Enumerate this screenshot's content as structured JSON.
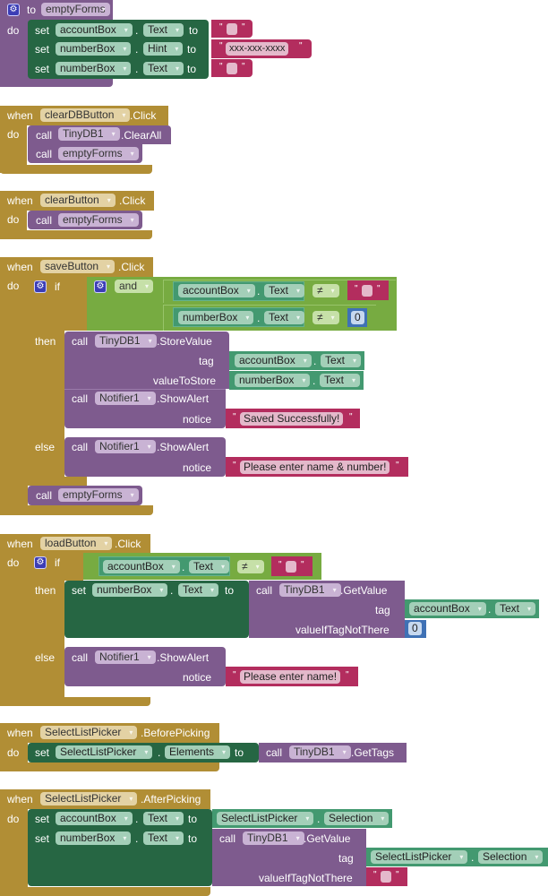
{
  "blocks": {
    "emptyForms": {
      "to": "to",
      "name": "emptyForms",
      "do": "do",
      "rows": [
        {
          "set": "set",
          "component": "accountBox",
          "property": "Text",
          "to": "to",
          "value": ""
        },
        {
          "set": "set",
          "component": "numberBox",
          "property": "Hint",
          "to": "to",
          "value": "xxx-xxx-xxxx"
        },
        {
          "set": "set",
          "component": "numberBox",
          "property": "Text",
          "to": "to",
          "value": ""
        }
      ]
    },
    "clearDB": {
      "when": "when",
      "component": "clearDBButton",
      "event": ".Click",
      "do": "do",
      "call1": "call",
      "call1_component": "TinyDB1",
      "call1_method": ".ClearAll",
      "call2": "call",
      "call2_proc": "emptyForms"
    },
    "clear": {
      "when": "when",
      "component": "clearButton",
      "event": ".Click",
      "do": "do",
      "call": "call",
      "proc": "emptyForms"
    },
    "save": {
      "when": "when",
      "component": "saveButton",
      "event": ".Click",
      "do": "do",
      "if": "if",
      "and": "and",
      "then": "then",
      "else": "else",
      "cond1": {
        "component": "accountBox",
        "property": "Text",
        "op": "≠",
        "value": ""
      },
      "cond2": {
        "component": "numberBox",
        "property": "Text",
        "op": "≠",
        "value": "0"
      },
      "store": {
        "call": "call",
        "component": "TinyDB1",
        "method": ".StoreValue",
        "tag": "tag",
        "valueToStore": "valueToStore",
        "tag_component": "accountBox",
        "tag_property": "Text",
        "val_component": "numberBox",
        "val_property": "Text"
      },
      "alert1": {
        "call": "call",
        "component": "Notifier1",
        "method": ".ShowAlert",
        "notice": "notice",
        "value": "Saved Successfully!"
      },
      "alert2": {
        "call": "call",
        "component": "Notifier1",
        "method": ".ShowAlert",
        "notice": "notice",
        "value": "Please enter name & number!"
      },
      "final": {
        "call": "call",
        "proc": "emptyForms"
      }
    },
    "load": {
      "when": "when",
      "component": "loadButton",
      "event": ".Click",
      "do": "do",
      "if": "if",
      "then": "then",
      "else": "else",
      "cond": {
        "component": "accountBox",
        "property": "Text",
        "op": "≠",
        "value": ""
      },
      "set": {
        "set": "set",
        "component": "numberBox",
        "property": "Text",
        "to": "to"
      },
      "get": {
        "call": "call",
        "component": "TinyDB1",
        "method": ".GetValue",
        "tag": "tag",
        "valueIfTagNotThere": "valueIfTagNotThere",
        "tag_component": "accountBox",
        "tag_property": "Text",
        "default": "0"
      },
      "alert": {
        "call": "call",
        "component": "Notifier1",
        "method": ".ShowAlert",
        "notice": "notice",
        "value": "Please enter name!"
      }
    },
    "before": {
      "when": "when",
      "component": "SelectListPicker",
      "event": ".BeforePicking",
      "do": "do",
      "set": "set",
      "set_component": "SelectListPicker",
      "set_property": "Elements",
      "to": "to",
      "call": "call",
      "call_component": "TinyDB1",
      "call_method": ".GetTags"
    },
    "after": {
      "when": "when",
      "component": "SelectListPicker",
      "event": ".AfterPicking",
      "do": "do",
      "set1": {
        "set": "set",
        "component": "accountBox",
        "property": "Text",
        "to": "to",
        "src_component": "SelectListPicker",
        "src_property": "Selection"
      },
      "set2": {
        "set": "set",
        "component": "numberBox",
        "property": "Text",
        "to": "to"
      },
      "get": {
        "call": "call",
        "component": "TinyDB1",
        "method": ".GetValue",
        "tag": "tag",
        "valueIfTagNotThere": "valueIfTagNotThere",
        "tag_component": "SelectListPicker",
        "tag_property": "Selection",
        "default": ""
      }
    }
  },
  "colors": {
    "procedure": "#7e5b8e",
    "event": "#b18e35",
    "setter": "#266643",
    "getter": "#439970",
    "logic": "#77ab41",
    "text": "#b32d5e",
    "number": "#3f71b5"
  }
}
